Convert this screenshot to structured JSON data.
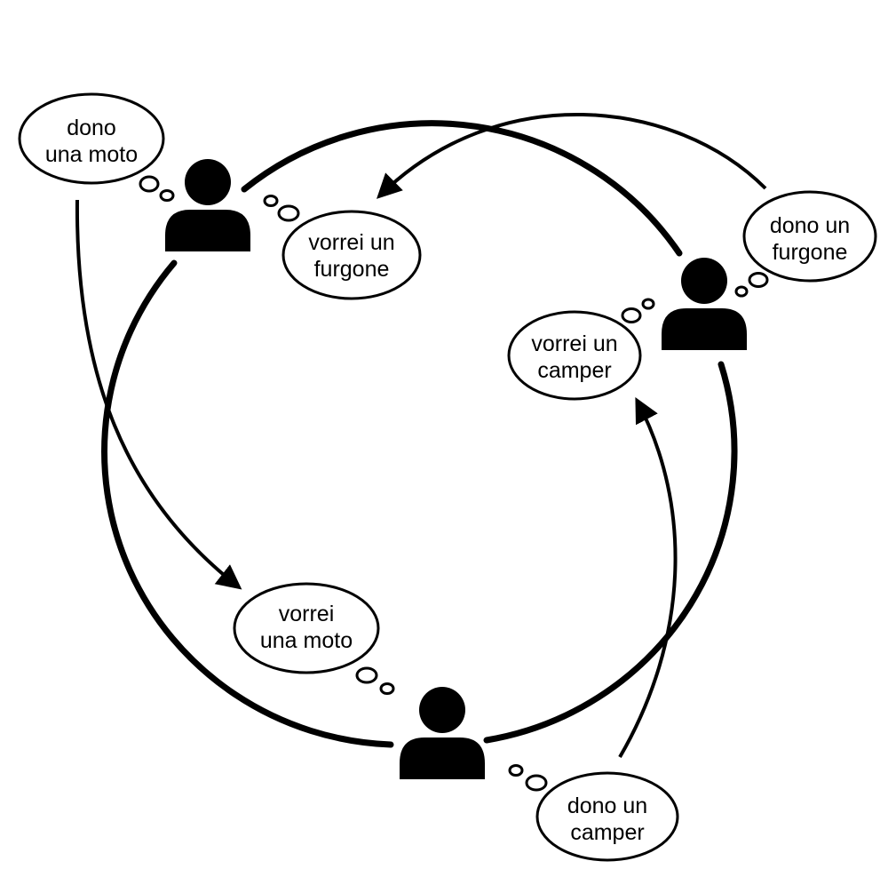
{
  "colors": {
    "ink": "#000000",
    "paper": "#ffffff"
  },
  "people": [
    {
      "icon": "person-icon",
      "has": "dono una moto",
      "wants": "vorrei un furgone"
    },
    {
      "icon": "person-icon",
      "has": "dono un furgone",
      "wants": "vorrei un camper"
    },
    {
      "icon": "person-icon",
      "has": "dono un camper",
      "wants": "vorrei una moto"
    }
  ],
  "bubbles": {
    "gives_moto": [
      "dono",
      "una moto"
    ],
    "wants_furgone": [
      "vorrei un",
      "furgone"
    ],
    "gives_furgone": [
      "dono un",
      "furgone"
    ],
    "wants_camper": [
      "vorrei un",
      "camper"
    ],
    "wants_moto": [
      "vorrei",
      "una moto"
    ],
    "gives_camper": [
      "dono un",
      "camper"
    ]
  }
}
